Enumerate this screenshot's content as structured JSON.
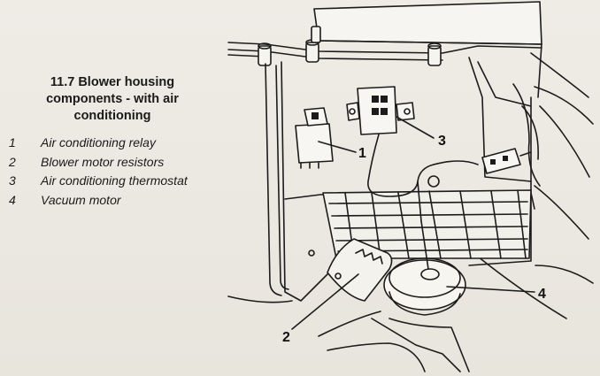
{
  "caption": {
    "title_line1": "11.7 Blower housing",
    "title_line2": "components - with air",
    "title_line3": "conditioning"
  },
  "legend": [
    {
      "num": "1",
      "text": "Air conditioning relay"
    },
    {
      "num": "2",
      "text": "Blower motor resistors"
    },
    {
      "num": "3",
      "text": "Air conditioning thermostat"
    },
    {
      "num": "4",
      "text": "Vacuum motor"
    }
  ],
  "callouts": {
    "c1": "1",
    "c2": "2",
    "c3": "3",
    "c4": "4"
  }
}
